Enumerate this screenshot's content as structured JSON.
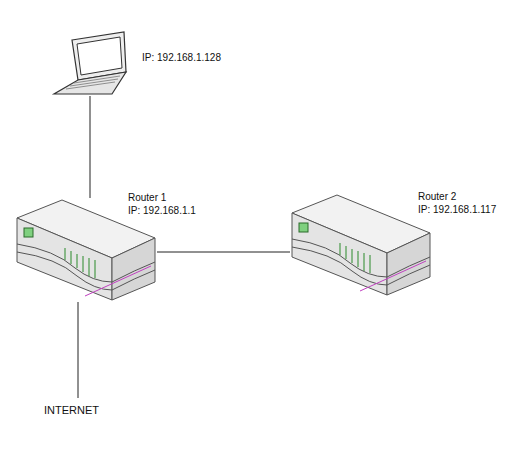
{
  "diagram": {
    "nodes": [
      {
        "text": [
          "IP: 192.168.1.128"
        ]
      },
      {
        "text": [
          "Router 1",
          "IP: 192.168.1.1"
        ]
      },
      {
        "text": [
          "Router 2",
          "IP: 192.168.1.117"
        ]
      }
    ],
    "edges": [
      {
        "from": 0,
        "to": 1,
        "arrow": "none"
      },
      {
        "from": 1,
        "to": 2,
        "arrow": "none"
      }
    ],
    "labels": [
      "INTERNET"
    ]
  }
}
